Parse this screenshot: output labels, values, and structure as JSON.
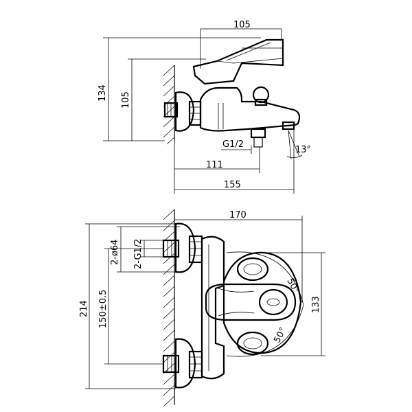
{
  "side_view": {
    "dim_width_top": "105",
    "dim_height_total": "134",
    "dim_height_body": "105",
    "dim_thread": "G1/2",
    "dim_angle": "13°",
    "dim_depth_outlet": "111",
    "dim_depth_total": "155"
  },
  "front_view": {
    "dim_width_top": "170",
    "dim_bore": "2-ø64",
    "dim_thread": "2-G1/2",
    "dim_height_total": "214",
    "dim_centers": "150±0.5",
    "dim_height_right": "133",
    "dim_angle_upper": "50°",
    "dim_angle_lower": "50°"
  }
}
